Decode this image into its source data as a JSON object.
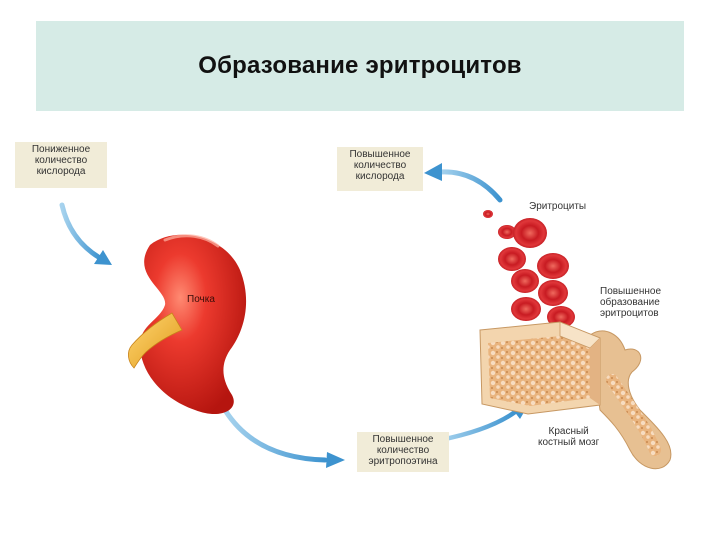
{
  "title": "Образование эритроцитов",
  "labels": {
    "low_oxygen": [
      "Пониженное",
      "количество",
      "кислорода"
    ],
    "high_oxygen": [
      "Повышенное",
      "количество",
      "кислорода"
    ],
    "erythrocytes": "Эритроциты",
    "kidney": "Почка",
    "increased_production": [
      "Повышенное",
      "образование",
      "эритроцитов"
    ],
    "red_marrow": [
      "Красный",
      "костный мозг"
    ],
    "increased_epo": [
      "Повышенное",
      "количество",
      "эритропоэтина"
    ]
  },
  "colors": {
    "banner": "#d6ebe6",
    "label_box": "#f1ecd8",
    "arrow": "#5aa9d8",
    "kidney": "#e32a26",
    "ureter": "#f2b630",
    "blood_cell": "#d8262a",
    "bone": "#eecba0"
  }
}
